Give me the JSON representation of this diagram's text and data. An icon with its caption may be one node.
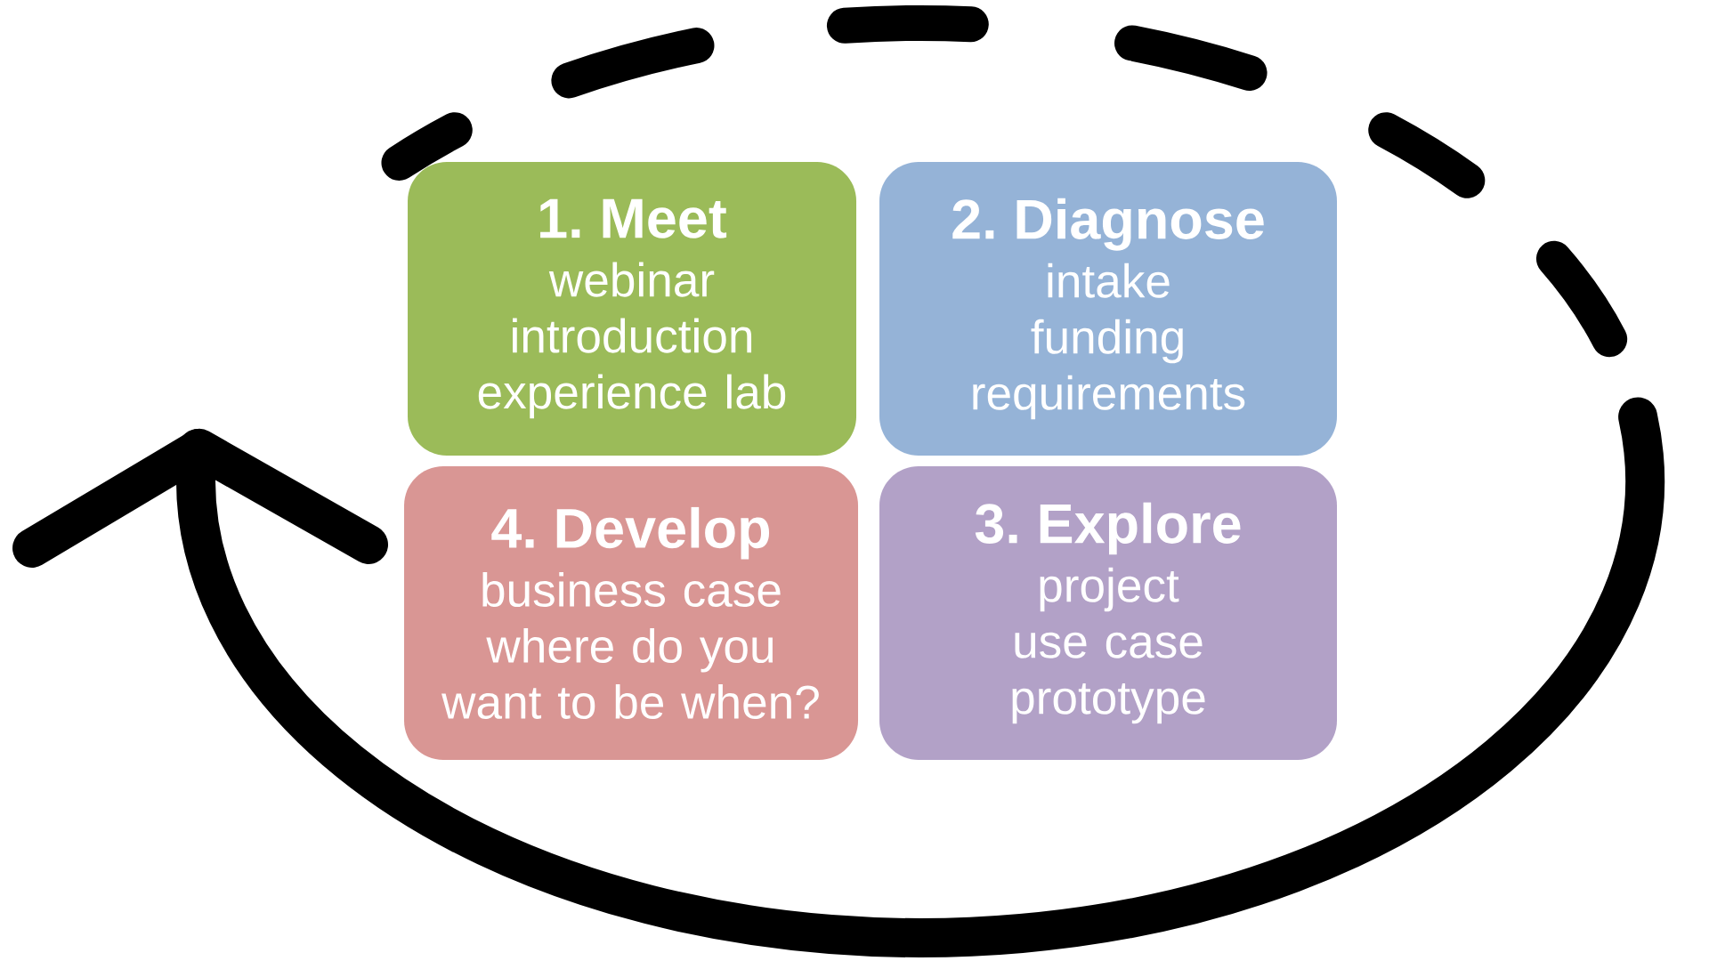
{
  "diagram": {
    "nodes": [
      {
        "text": [
          "1. Meet",
          "webinar",
          "introduction",
          "experience lab"
        ]
      },
      {
        "text": [
          "2. Diagnose",
          "intake",
          "funding",
          "requirements"
        ]
      },
      {
        "text": [
          "4. Develop",
          "business case",
          "where do you want to be when?"
        ]
      },
      {
        "text": [
          "3. Explore",
          "project",
          "use case",
          "prototype"
        ]
      }
    ]
  }
}
